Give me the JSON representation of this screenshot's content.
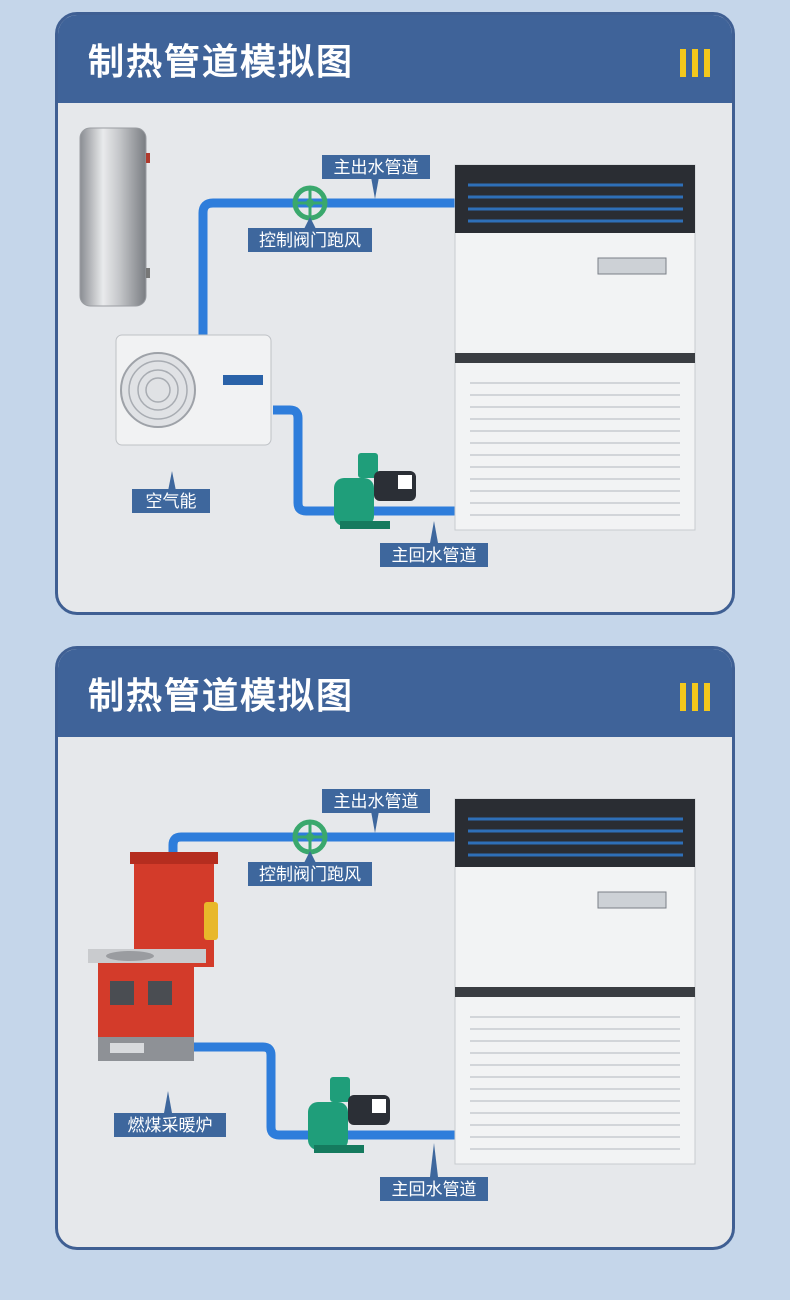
{
  "colors": {
    "page_bg": "#c5d6ea",
    "header": "#3f6399",
    "accent_bars": "#f3c81c",
    "pipe": "#2e7ddb",
    "label_bg": "#3e679d",
    "boiler_red": "#d33b2a",
    "pump_green": "#1f9e7a"
  },
  "panels": [
    {
      "title": "制热管道模拟图",
      "labels": {
        "main_out": "主出水管道",
        "valve": "控制阀门跑风",
        "heat_source": "空气能",
        "main_return": "主回水管道"
      },
      "heat_source_icon": "air-source-heat-pump-icon"
    },
    {
      "title": "制热管道模拟图",
      "labels": {
        "main_out": "主出水管道",
        "valve": "控制阀门跑风",
        "heat_source": "燃煤采暖炉",
        "main_return": "主回水管道"
      },
      "heat_source_icon": "coal-boiler-icon"
    }
  ]
}
